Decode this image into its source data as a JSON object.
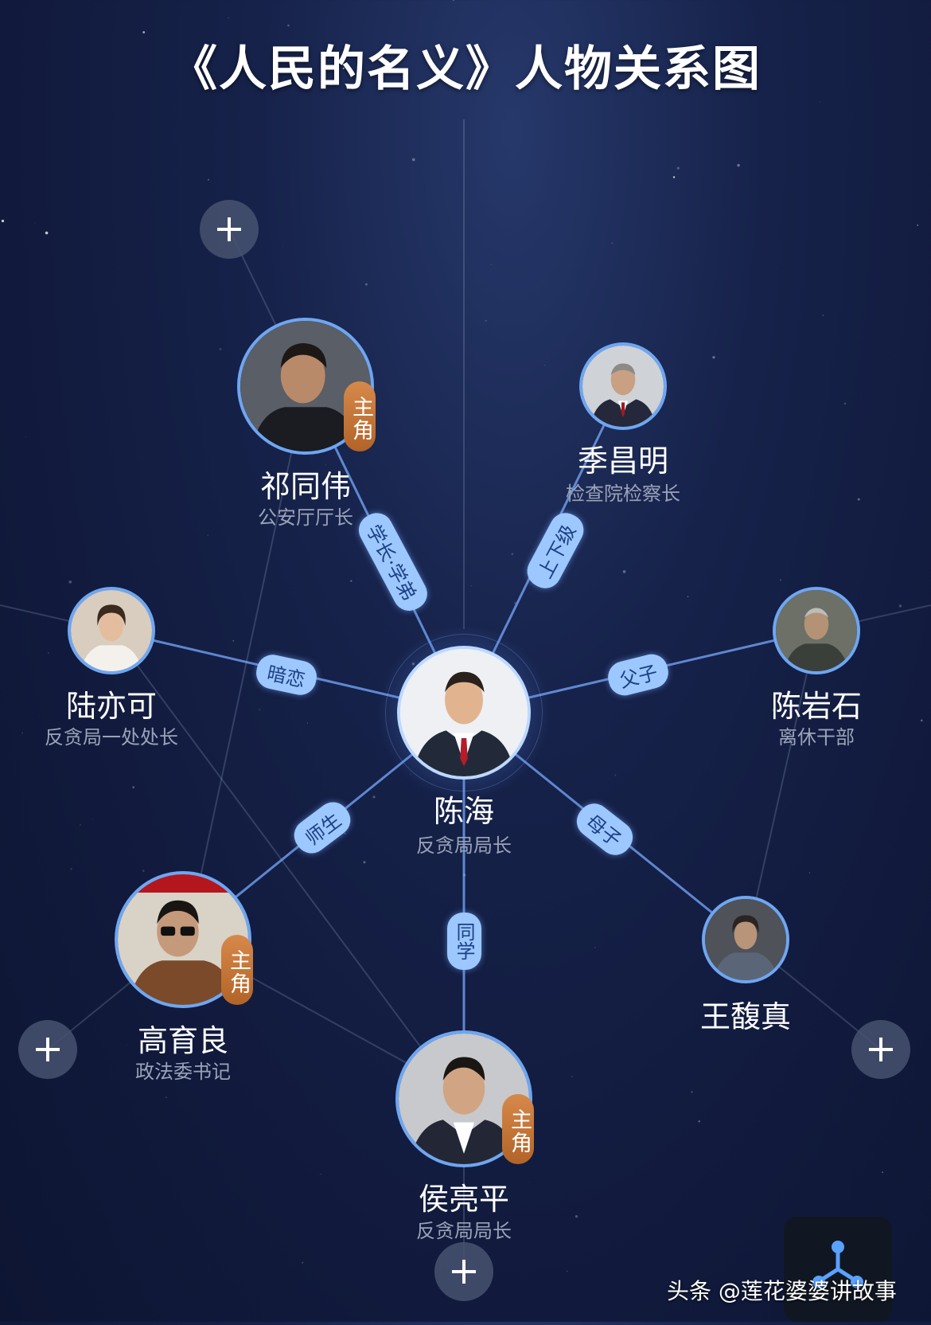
{
  "title": "《人民的名义》人物关系图",
  "center": {
    "name": "陈海",
    "role": "反贪局局长"
  },
  "people": [
    {
      "id": "qi",
      "name": "祁同伟",
      "role": "公安厅厅长",
      "badge": "主角"
    },
    {
      "id": "ji",
      "name": "季昌明",
      "role": "检查院检察长",
      "badge": ""
    },
    {
      "id": "lu",
      "name": "陆亦可",
      "role": "反贪局一处处长",
      "badge": ""
    },
    {
      "id": "chenys",
      "name": "陈岩石",
      "role": "离休干部",
      "badge": ""
    },
    {
      "id": "gao",
      "name": "高育良",
      "role": "政法委书记",
      "badge": "主角"
    },
    {
      "id": "wang",
      "name": "王馥真",
      "role": "",
      "badge": ""
    },
    {
      "id": "hou",
      "name": "侯亮平",
      "role": "反贪局局长",
      "badge": "主角"
    }
  ],
  "relations": [
    {
      "to": "qi",
      "label": "学长·学弟"
    },
    {
      "to": "ji",
      "label": "上下级"
    },
    {
      "to": "lu",
      "label": "暗恋"
    },
    {
      "to": "chenys",
      "label": "父子"
    },
    {
      "to": "gao",
      "label": "师生"
    },
    {
      "to": "wang",
      "label": "母子"
    },
    {
      "to": "hou",
      "label": "同学"
    }
  ],
  "expand_buttons": [
    {
      "id": "tl",
      "icon": "plus-icon"
    },
    {
      "id": "l",
      "icon": "plus-icon"
    },
    {
      "id": "r",
      "icon": "plus-icon"
    },
    {
      "id": "b",
      "icon": "plus-icon"
    }
  ],
  "watermark": "头条 @莲花婆婆讲故事",
  "brand_icon": "network-graph-icon",
  "colors": {
    "accent": "#6ea6f2",
    "badge": "#c8783a",
    "relation_label": "#9cc8ff"
  }
}
